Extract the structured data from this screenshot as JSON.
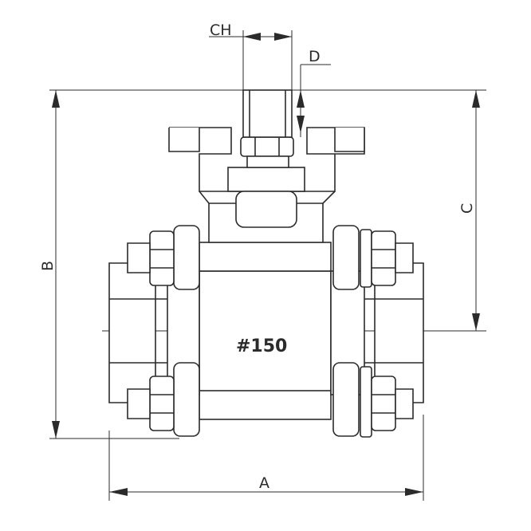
{
  "dimensions": {
    "ch": "CH",
    "d": "D",
    "c": "C",
    "b": "B",
    "a": "A"
  },
  "body_marking": "#150",
  "colors": {
    "line": "#2b2b2b",
    "background": "#ffffff"
  }
}
